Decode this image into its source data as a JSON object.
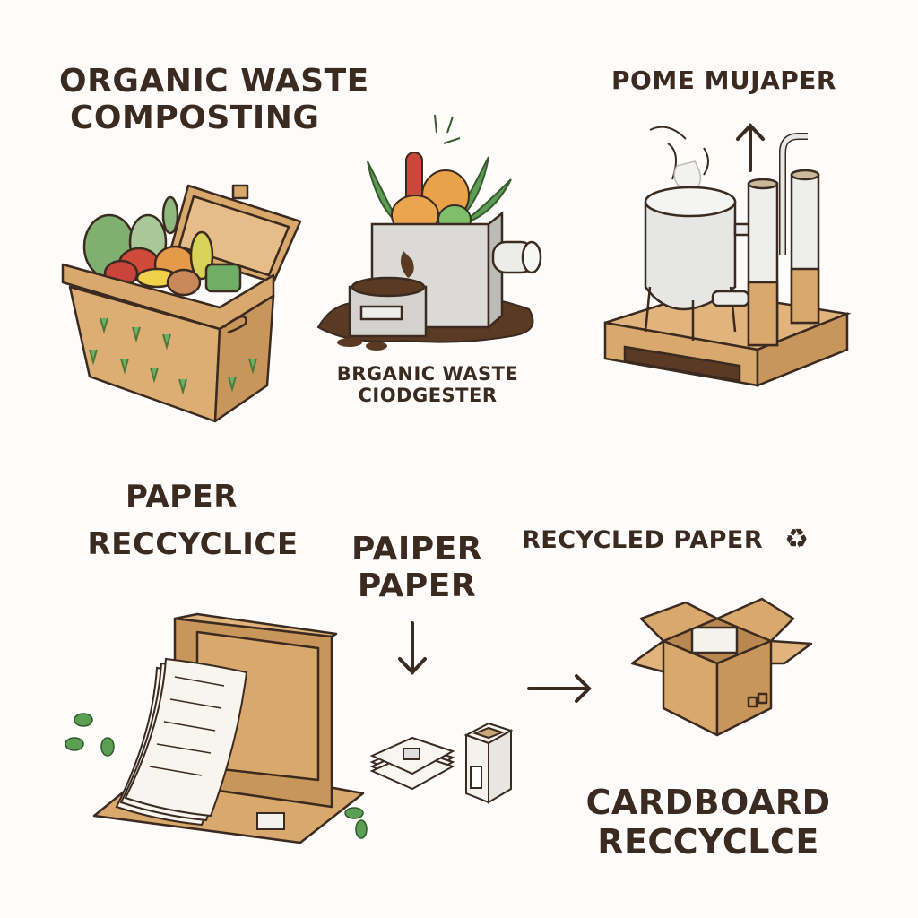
{
  "sections": {
    "organic_composting": {
      "title_line1": "ORGANIC WASTE",
      "title_line2": "COMPOSTING",
      "illustration": "compost-bin-with-vegetables"
    },
    "biodigester": {
      "caption_line1": "BRGANIC WASTE",
      "caption_line2": "CIODGESTER",
      "illustration": "biodigester-machine-with-soil"
    },
    "pome_paper": {
      "title": "POME MUJAPER",
      "illustration": "tank-and-pipes-on-wooden-base",
      "arrow": "up-arrow"
    },
    "paper_recycle": {
      "title_line1": "PAPER",
      "title_line2": "RECCYCLICE",
      "illustration": "paper-stack-in-cardboard-frame"
    },
    "paiper_paper": {
      "title_line1": "PAIPER",
      "title_line2": "PAPER",
      "arrow": "down-arrow",
      "illustration": "paper-bundles-and-carton"
    },
    "recycled_paper": {
      "title": "RECYCLED PAPER",
      "icon": "recycle-icon",
      "icon_glyph": "♻"
    },
    "cardboard_recycle": {
      "title_line1": "CARDBOARD",
      "title_line2": "RECCYCLCE",
      "illustration": "open-cardboard-box",
      "arrow": "right-arrow"
    }
  },
  "colors": {
    "text": "#3a2a20",
    "cardboard": "#d9a86c",
    "cardboard_dark": "#b98850",
    "soil": "#5a3a22",
    "leaf": "#5d9e55",
    "metal": "#e4e4e2",
    "background": "#fdfcfa"
  }
}
